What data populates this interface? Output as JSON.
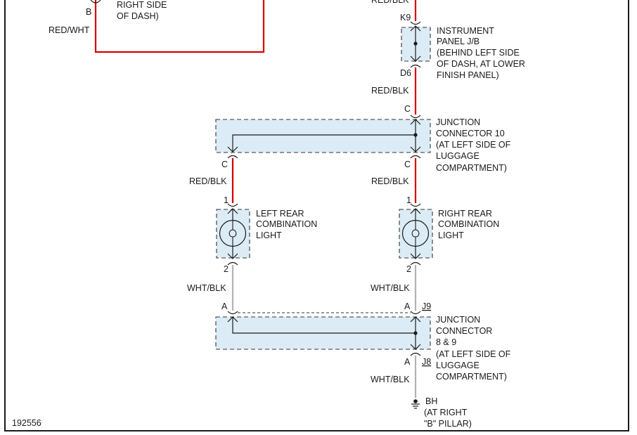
{
  "top_partial": {
    "label_line1": "RIGHT SIDE",
    "label_line2": "OF DASH)",
    "pin": "B",
    "wire_color": "RED/WHT",
    "clipped_wire_color": "RED/BLK"
  },
  "instrument_panel_jb": {
    "pin_top": "K9",
    "pin_bottom": "D6",
    "label": [
      "INSTRUMENT",
      "PANEL J/B",
      "(BEHIND LEFT SIDE",
      "OF DASH, AT LOWER",
      "FINISH PANEL)"
    ]
  },
  "wire_jb_to_jc10": "RED/BLK",
  "junction_connector_10": {
    "pin_right_top": "C",
    "pin_left_bottom": "C",
    "pin_right_bottom": "C",
    "label": [
      "JUNCTION",
      "CONNECTOR 10",
      "(AT LEFT SIDE OF",
      "LUGGAGE",
      "COMPARTMENT)"
    ]
  },
  "wire_left_upper": "RED/BLK",
  "wire_right_upper": "RED/BLK",
  "left_rear_light": {
    "pin_top": "1",
    "pin_bottom": "2",
    "label": [
      "LEFT REAR",
      "COMBINATION",
      "LIGHT"
    ]
  },
  "right_rear_light": {
    "pin_top": "1",
    "pin_bottom": "2",
    "label": [
      "RIGHT REAR",
      "COMBINATION",
      "LIGHT"
    ]
  },
  "wire_left_lower": "WHT/BLK",
  "wire_right_lower": "WHT/BLK",
  "junction_connector_8_9": {
    "pin_left_top": "A",
    "pin_right_top": "A",
    "j9": "J9",
    "pin_right_bottom": "A",
    "j8": "J8",
    "label": [
      "JUNCTION",
      "CONNECTOR",
      "8 & 9",
      "(AT LEFT SIDE OF",
      "LUGGAGE",
      "COMPARTMENT)"
    ]
  },
  "wire_ground": "WHT/BLK",
  "ground": {
    "label": [
      "BH",
      "(AT RIGHT",
      "\"B\" PILLAR)"
    ]
  },
  "figure_id": "192556",
  "colors": {
    "power_wire": "#d40000",
    "ground_wire": "#b3b3b3",
    "component_fill": "#dcecf6"
  }
}
